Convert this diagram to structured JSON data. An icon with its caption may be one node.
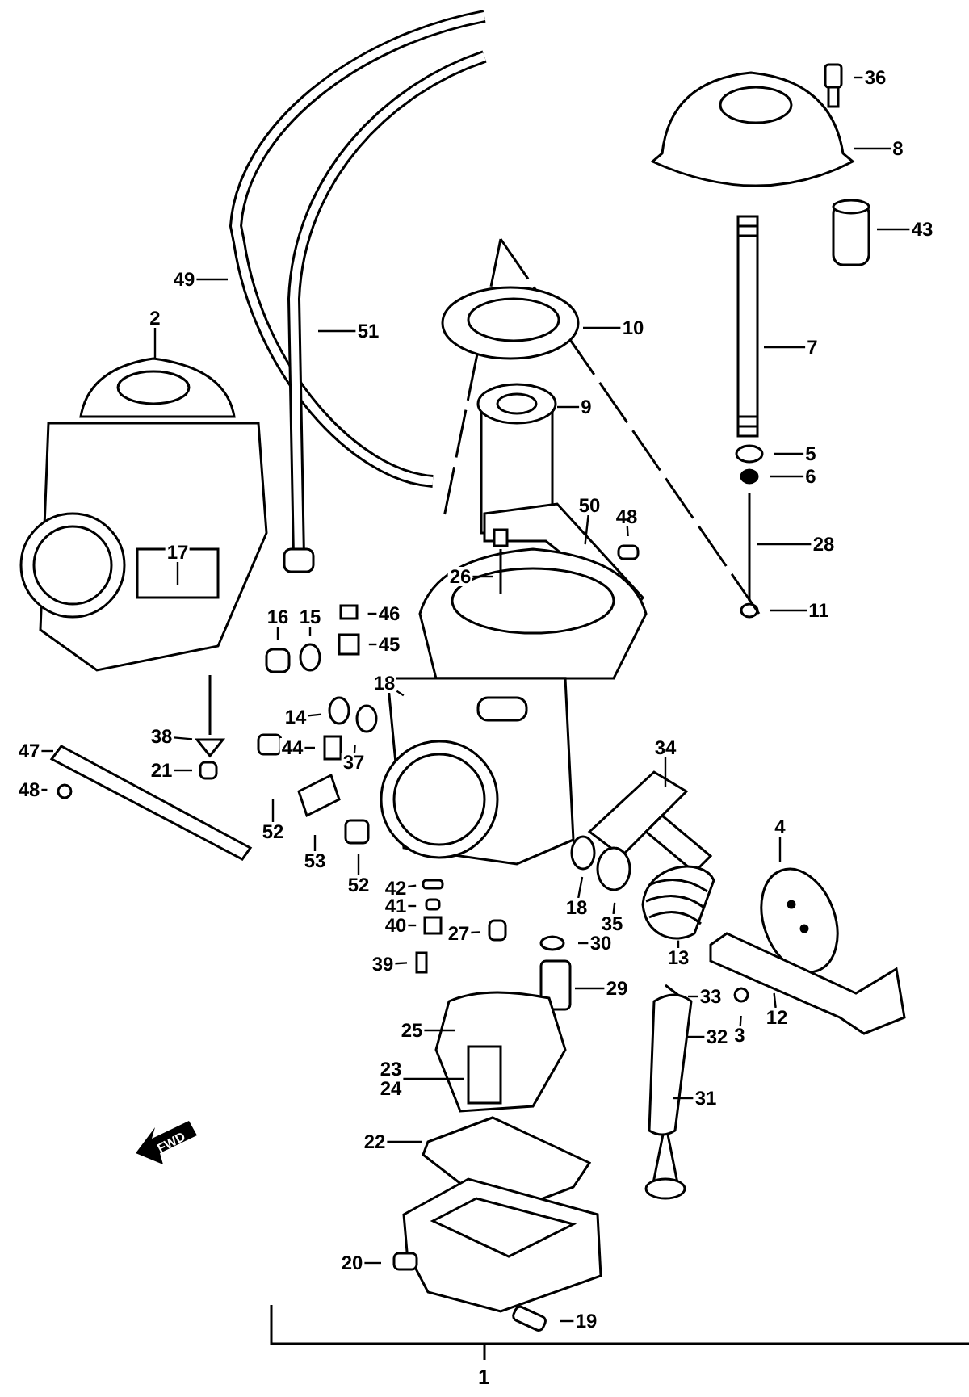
{
  "diagram": {
    "nodes": [
      {
        "text": [
          "36"
        ]
      },
      {
        "text": [
          "8"
        ]
      },
      {
        "text": [
          "43"
        ]
      },
      {
        "text": [
          "49"
        ]
      },
      {
        "text": [
          "10"
        ]
      },
      {
        "text": [
          "2"
        ]
      },
      {
        "text": [
          "51"
        ]
      },
      {
        "text": [
          "7"
        ]
      },
      {
        "text": [
          "9"
        ]
      },
      {
        "text": [
          "5"
        ]
      },
      {
        "text": [
          "6"
        ]
      },
      {
        "text": [
          "50"
        ]
      },
      {
        "text": [
          "48"
        ]
      },
      {
        "text": [
          "28"
        ]
      },
      {
        "text": [
          "17"
        ]
      },
      {
        "text": [
          "26"
        ]
      },
      {
        "text": [
          "11"
        ]
      },
      {
        "text": [
          "16"
        ]
      },
      {
        "text": [
          "15"
        ]
      },
      {
        "text": [
          "46"
        ]
      },
      {
        "text": [
          "45"
        ]
      },
      {
        "text": [
          "18"
        ]
      },
      {
        "text": [
          "14"
        ]
      },
      {
        "text": [
          "44"
        ]
      },
      {
        "text": [
          "37"
        ]
      },
      {
        "text": [
          "38"
        ]
      },
      {
        "text": [
          "34"
        ]
      },
      {
        "text": [
          "47"
        ]
      },
      {
        "text": [
          "21"
        ]
      },
      {
        "text": [
          "48"
        ]
      },
      {
        "text": [
          "52"
        ]
      },
      {
        "text": [
          "53"
        ]
      },
      {
        "text": [
          "4"
        ]
      },
      {
        "text": [
          "52"
        ]
      },
      {
        "text": [
          "42"
        ]
      },
      {
        "text": [
          "41"
        ]
      },
      {
        "text": [
          "40"
        ]
      },
      {
        "text": [
          "27"
        ]
      },
      {
        "text": [
          "18"
        ]
      },
      {
        "text": [
          "35"
        ]
      },
      {
        "text": [
          "30"
        ]
      },
      {
        "text": [
          "13"
        ]
      },
      {
        "text": [
          "39"
        ]
      },
      {
        "text": [
          "29"
        ]
      },
      {
        "text": [
          "33"
        ]
      },
      {
        "text": [
          "3"
        ]
      },
      {
        "text": [
          "12"
        ]
      },
      {
        "text": [
          "25"
        ]
      },
      {
        "text": [
          "32"
        ]
      },
      {
        "text": [
          "23",
          "24"
        ]
      },
      {
        "text": [
          "31"
        ]
      },
      {
        "text": [
          "22"
        ]
      },
      {
        "text": [
          "20"
        ]
      },
      {
        "text": [
          "19"
        ]
      }
    ],
    "edges": [
      {
        "from": 0,
        "to": null,
        "arrow": "none"
      },
      {
        "from": 1,
        "to": null,
        "arrow": "none"
      },
      {
        "from": 2,
        "to": null,
        "arrow": "none"
      },
      {
        "from": 3,
        "to": null,
        "arrow": "none"
      },
      {
        "from": 4,
        "to": null,
        "arrow": "none"
      },
      {
        "from": 5,
        "to": null,
        "arrow": "none"
      },
      {
        "from": 6,
        "to": null,
        "arrow": "none"
      },
      {
        "from": 7,
        "to": null,
        "arrow": "none"
      },
      {
        "from": 8,
        "to": null,
        "arrow": "none"
      },
      {
        "from": 9,
        "to": null,
        "arrow": "none"
      },
      {
        "from": 10,
        "to": null,
        "arrow": "none"
      },
      {
        "from": 11,
        "to": null,
        "arrow": "none"
      },
      {
        "from": 12,
        "to": null,
        "arrow": "none"
      },
      {
        "from": 13,
        "to": null,
        "arrow": "none"
      },
      {
        "from": 14,
        "to": null,
        "arrow": "none"
      },
      {
        "from": 15,
        "to": null,
        "arrow": "none"
      },
      {
        "from": 16,
        "to": null,
        "arrow": "none"
      },
      {
        "from": 17,
        "to": null,
        "arrow": "none"
      },
      {
        "from": 18,
        "to": null,
        "arrow": "none"
      },
      {
        "from": 19,
        "to": null,
        "arrow": "none"
      },
      {
        "from": 20,
        "to": null,
        "arrow": "none"
      },
      {
        "from": 21,
        "to": null,
        "arrow": "none"
      },
      {
        "from": 22,
        "to": null,
        "arrow": "none"
      },
      {
        "from": 23,
        "to": null,
        "arrow": "none"
      },
      {
        "from": 24,
        "to": null,
        "arrow": "none"
      },
      {
        "from": 25,
        "to": null,
        "arrow": "none"
      },
      {
        "from": 26,
        "to": null,
        "arrow": "none"
      },
      {
        "from": 27,
        "to": null,
        "arrow": "none"
      },
      {
        "from": 28,
        "to": null,
        "arrow": "none"
      },
      {
        "from": 29,
        "to": null,
        "arrow": "none"
      },
      {
        "from": 30,
        "to": null,
        "arrow": "none"
      },
      {
        "from": 31,
        "to": null,
        "arrow": "none"
      },
      {
        "from": 32,
        "to": null,
        "arrow": "none"
      },
      {
        "from": 33,
        "to": null,
        "arrow": "none"
      },
      {
        "from": 34,
        "to": null,
        "arrow": "none"
      },
      {
        "from": 35,
        "to": null,
        "arrow": "none"
      },
      {
        "from": 36,
        "to": null,
        "arrow": "none"
      },
      {
        "from": 37,
        "to": null,
        "arrow": "none"
      },
      {
        "from": 38,
        "to": null,
        "arrow": "none"
      },
      {
        "from": 39,
        "to": null,
        "arrow": "none"
      },
      {
        "from": 40,
        "to": null,
        "arrow": "none"
      },
      {
        "from": 41,
        "to": null,
        "arrow": "none"
      },
      {
        "from": 42,
        "to": null,
        "arrow": "none"
      },
      {
        "from": 43,
        "to": null,
        "arrow": "none"
      },
      {
        "from": 44,
        "to": null,
        "arrow": "none"
      },
      {
        "from": 45,
        "to": null,
        "arrow": "none"
      },
      {
        "from": 46,
        "to": null,
        "arrow": "none"
      },
      {
        "from": 47,
        "to": null,
        "arrow": "none"
      },
      {
        "from": 48,
        "to": null,
        "arrow": "none"
      },
      {
        "from": 49,
        "to": null,
        "arrow": "none"
      },
      {
        "from": 50,
        "to": null,
        "arrow": "none"
      },
      {
        "from": 51,
        "to": null,
        "arrow": "none"
      },
      {
        "from": 52,
        "to": null,
        "arrow": "none"
      },
      {
        "from": 53,
        "to": null,
        "arrow": "none"
      }
    ],
    "labels": [
      "FWD",
      "1"
    ]
  }
}
